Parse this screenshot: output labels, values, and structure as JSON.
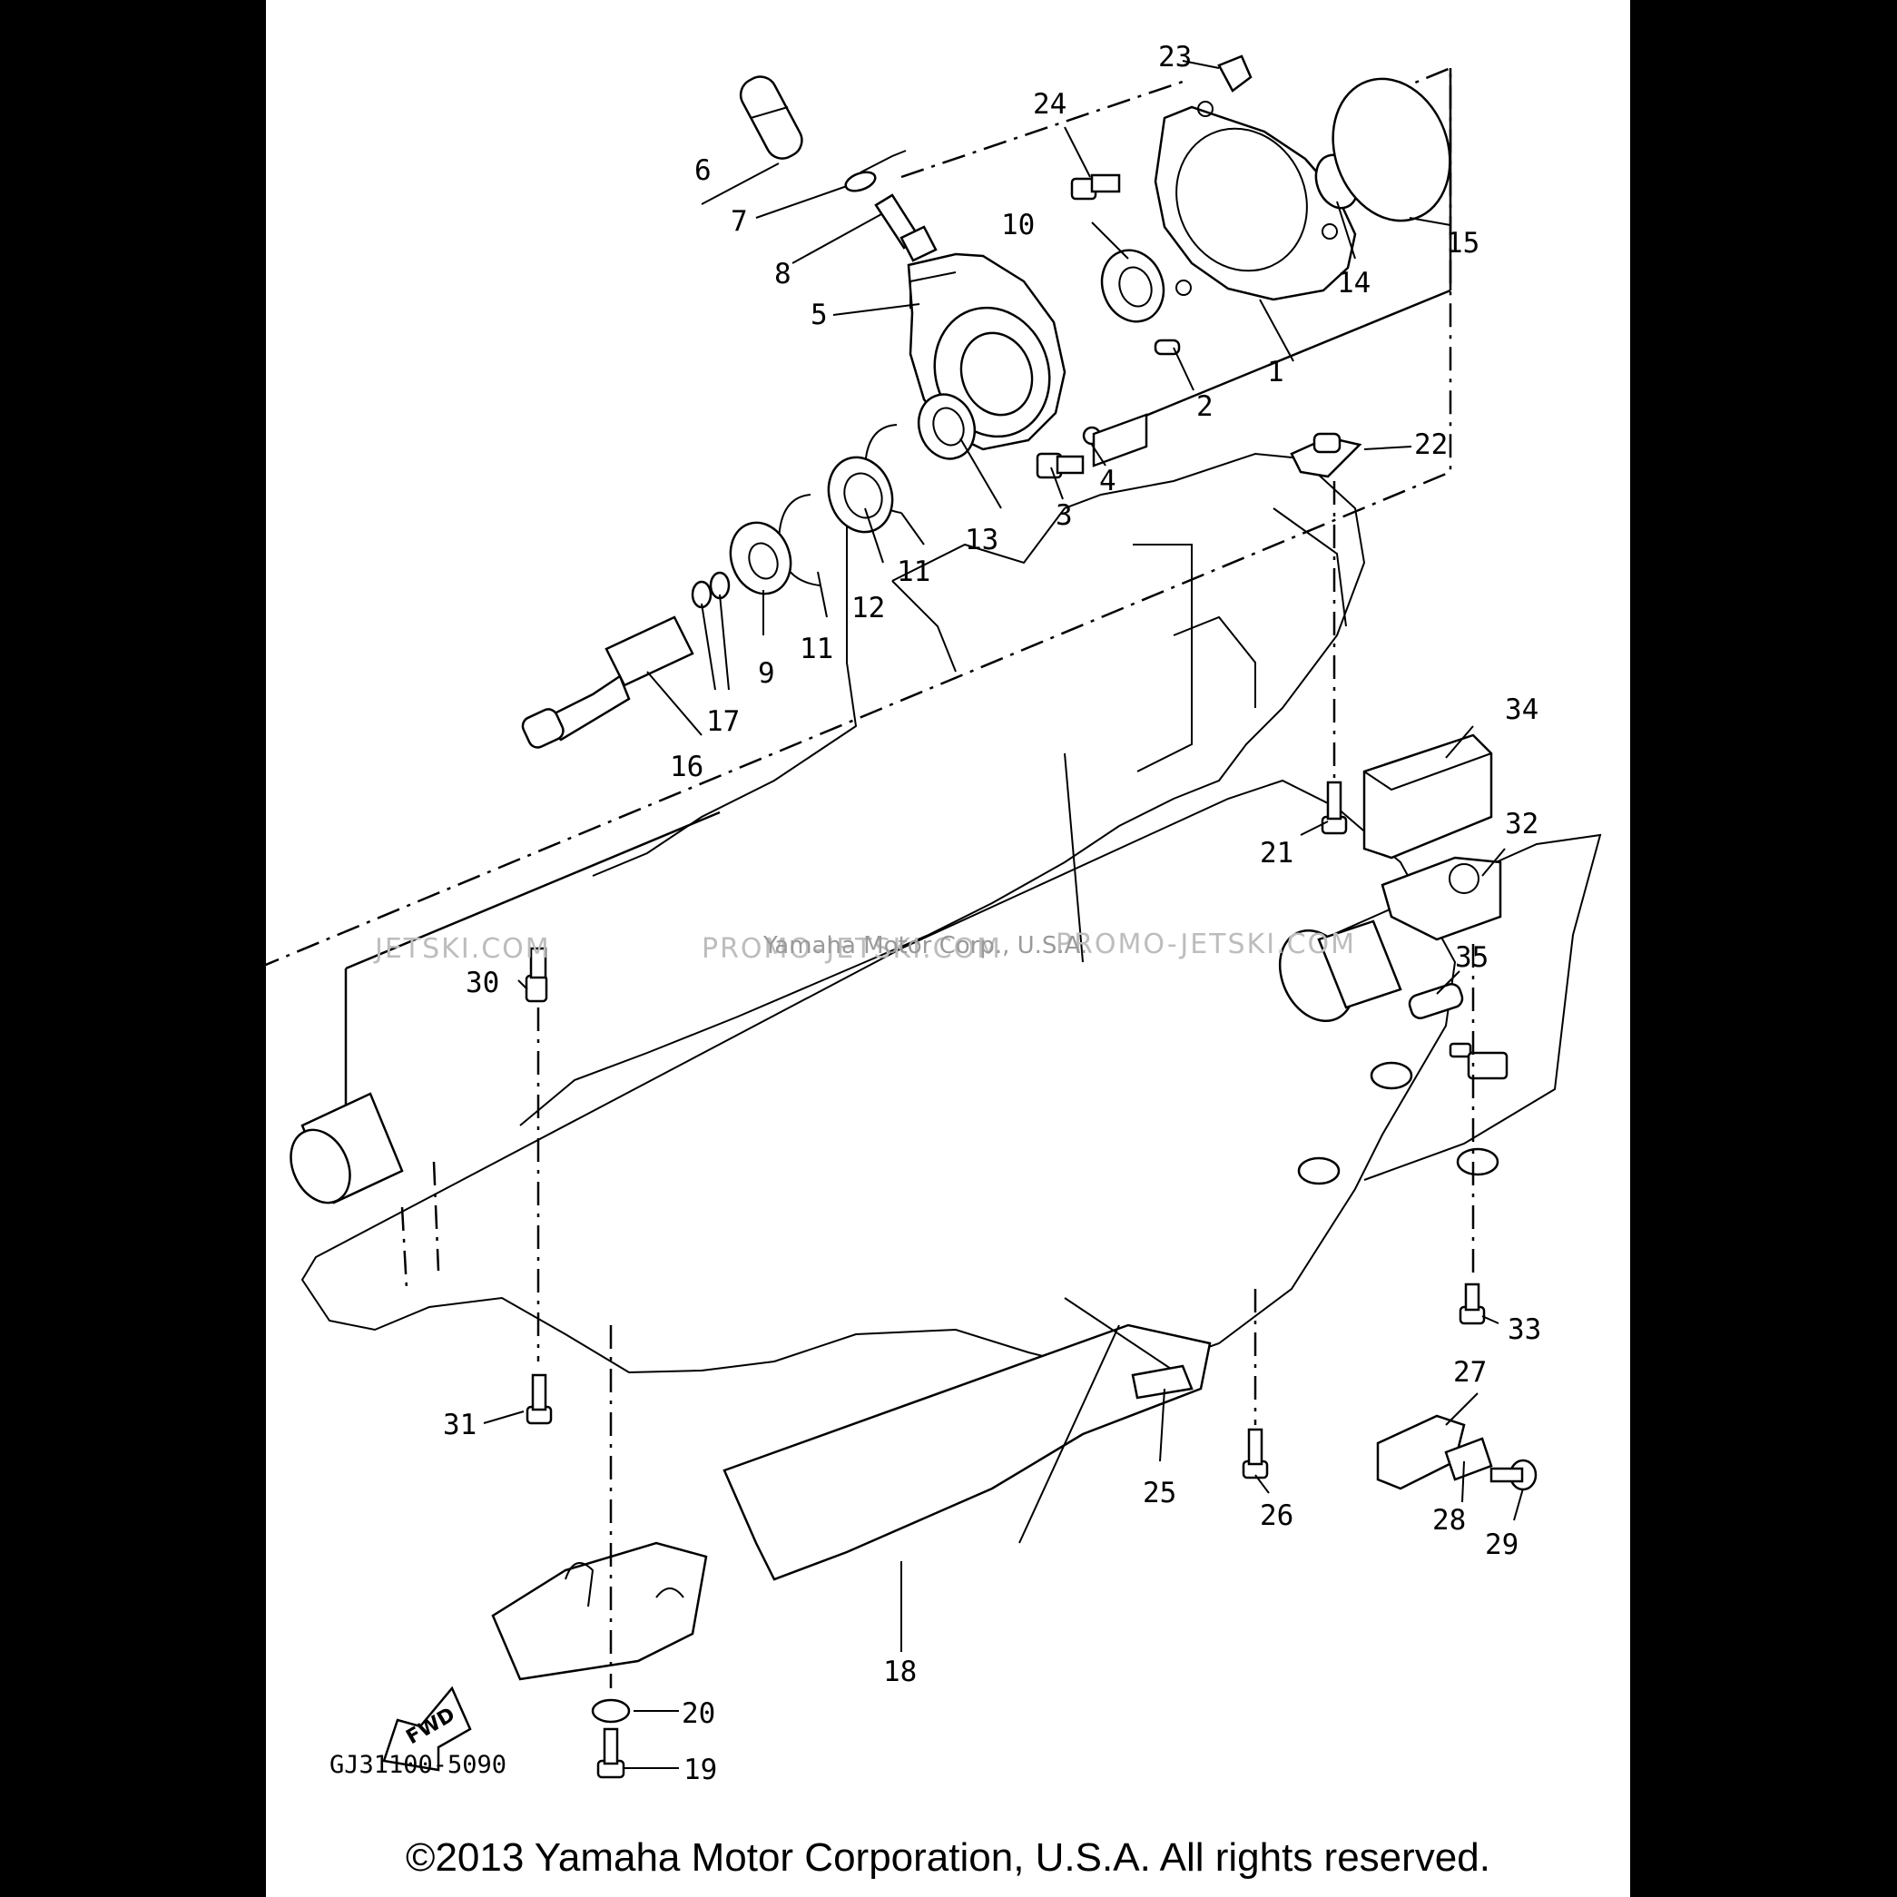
{
  "diagram": {
    "drawing_code": "GJ31100-5090",
    "fwd_label": "FWD",
    "watermark_left": "JETSKI.COM",
    "watermark_center": "PROMO-JETSKI.COM",
    "watermark_right": "PROMO-JETSKI.COM",
    "watermark_overlay": "Yamaha Motor Corp., U.S.A.",
    "callouts": [
      {
        "id": "c1",
        "label": "1"
      },
      {
        "id": "c2",
        "label": "2"
      },
      {
        "id": "c3",
        "label": "3"
      },
      {
        "id": "c4",
        "label": "4"
      },
      {
        "id": "c5",
        "label": "5"
      },
      {
        "id": "c6",
        "label": "6"
      },
      {
        "id": "c7",
        "label": "7"
      },
      {
        "id": "c8",
        "label": "8"
      },
      {
        "id": "c9",
        "label": "9"
      },
      {
        "id": "c10",
        "label": "10"
      },
      {
        "id": "c11a",
        "label": "11"
      },
      {
        "id": "c11b",
        "label": "11"
      },
      {
        "id": "c12",
        "label": "12"
      },
      {
        "id": "c13",
        "label": "13"
      },
      {
        "id": "c14",
        "label": "14"
      },
      {
        "id": "c15",
        "label": "15"
      },
      {
        "id": "c16",
        "label": "16"
      },
      {
        "id": "c17",
        "label": "17"
      },
      {
        "id": "c18",
        "label": "18"
      },
      {
        "id": "c19",
        "label": "19"
      },
      {
        "id": "c20",
        "label": "20"
      },
      {
        "id": "c21",
        "label": "21"
      },
      {
        "id": "c22",
        "label": "22"
      },
      {
        "id": "c23",
        "label": "23"
      },
      {
        "id": "c24",
        "label": "24"
      },
      {
        "id": "c25",
        "label": "25"
      },
      {
        "id": "c26",
        "label": "26"
      },
      {
        "id": "c27",
        "label": "27"
      },
      {
        "id": "c28",
        "label": "28"
      },
      {
        "id": "c29",
        "label": "29"
      },
      {
        "id": "c30",
        "label": "30"
      },
      {
        "id": "c31",
        "label": "31"
      },
      {
        "id": "c32",
        "label": "32"
      },
      {
        "id": "c33",
        "label": "33"
      },
      {
        "id": "c34",
        "label": "34"
      },
      {
        "id": "c35",
        "label": "35"
      }
    ]
  },
  "footer": {
    "copyright": "©2013 Yamaha Motor Corporation, U.S.A. All rights reserved."
  }
}
